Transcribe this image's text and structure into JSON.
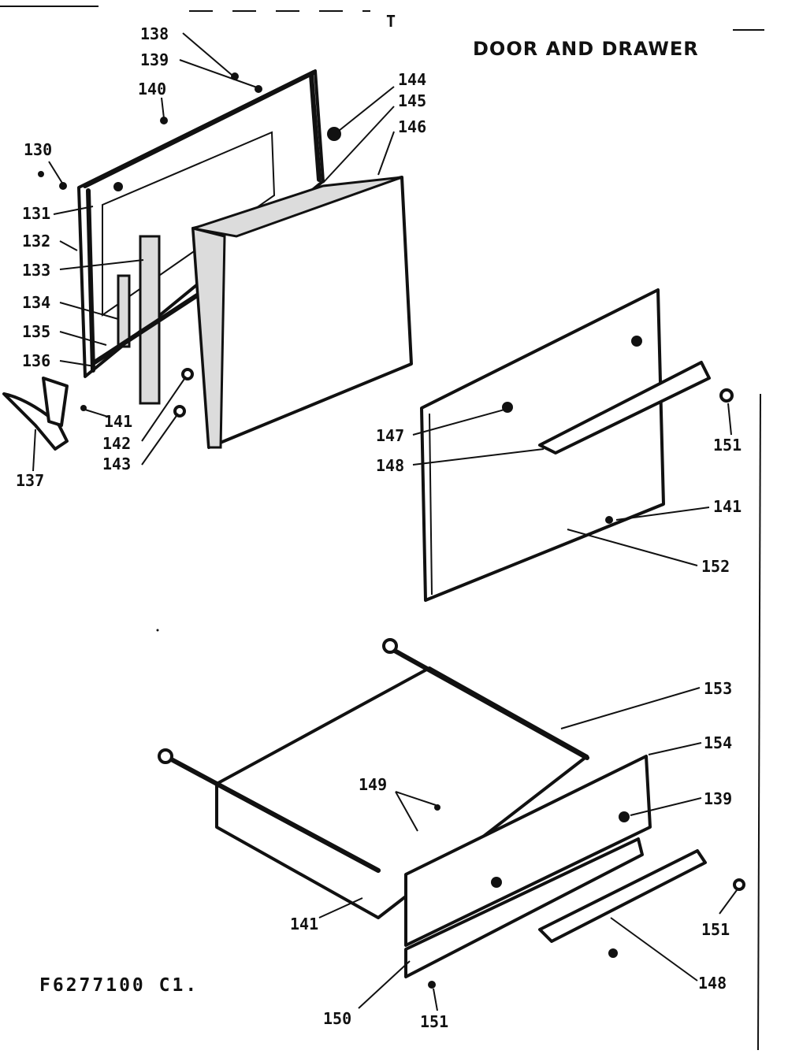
{
  "title": "DOOR AND DRAWER",
  "figure_code": "F6277100 C1.",
  "header_mark": "T",
  "callouts": {
    "c130": "130",
    "c131": "131",
    "c132": "132",
    "c133": "133",
    "c134": "134",
    "c135": "135",
    "c136": "136",
    "c137": "137",
    "c138": "138",
    "c139a": "139",
    "c140": "140",
    "c141a": "141",
    "c142": "142",
    "c143": "143",
    "c144": "144",
    "c145": "145",
    "c146": "146",
    "c147": "147",
    "c148a": "148",
    "c151a": "151",
    "c141b": "141",
    "c152": "152",
    "c153": "153",
    "c154": "154",
    "c149": "149",
    "c139b": "139",
    "c141c": "141",
    "c151b": "151",
    "c148b": "148",
    "c150": "150",
    "c151c": "151"
  }
}
